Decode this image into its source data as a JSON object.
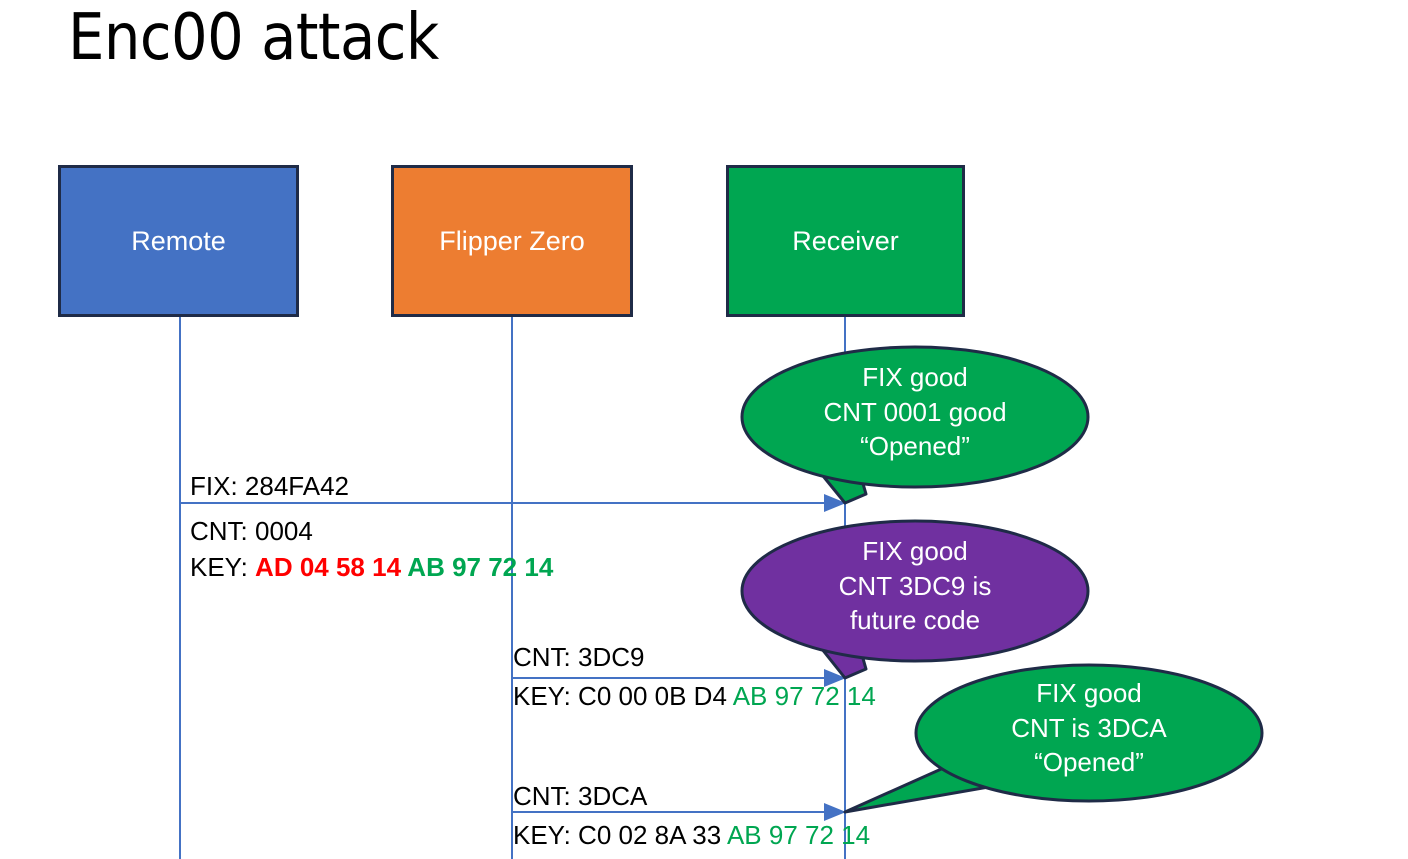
{
  "slide": {
    "title": "Enc00 attack",
    "background": "#ffffff"
  },
  "colors": {
    "remote": "#4472C4",
    "flipper": "#ED7D31",
    "receiver": "#00A651",
    "callout_green": "#00A651",
    "callout_purple": "#7030A0",
    "outline": "#1F2B47",
    "lifeline": "#4472C4",
    "arrow": "#4472C4",
    "key_red": "#FF0000",
    "key_green": "#00A651",
    "text": "#000000"
  },
  "actors": [
    {
      "id": "remote",
      "label": "Remote",
      "fill": "#4472C4"
    },
    {
      "id": "flipper",
      "label": "Flipper Zero",
      "fill": "#ED7D31"
    },
    {
      "id": "receiver",
      "label": "Receiver",
      "fill": "#00A651"
    }
  ],
  "messages": [
    {
      "id": "msg-1",
      "from": "remote",
      "to": "receiver",
      "label_above": "FIX: 284FA42",
      "label_below_line1": "CNT: 0004",
      "label_below_line2_prefix": "KEY: ",
      "label_below_line2_red": "AD 04 58 14 ",
      "label_below_line2_green": "AB 97 72 14"
    },
    {
      "id": "msg-2",
      "from": "flipper",
      "to": "receiver",
      "label_above": "CNT: 3DC9",
      "label_below_prefix": "KEY: C0 00 0B D4 ",
      "label_below_green": "AB 97 72 14"
    },
    {
      "id": "msg-3",
      "from": "flipper",
      "to": "receiver",
      "label_above": "CNT: 3DCA",
      "label_below_prefix": "KEY: C0 02 8A 33 ",
      "label_below_green": "AB 97 72 14"
    }
  ],
  "callouts": [
    {
      "id": "callout-1",
      "fill": "#00A651",
      "lines": [
        "FIX good",
        "CNT 0001 good",
        "“Opened”"
      ]
    },
    {
      "id": "callout-2",
      "fill": "#7030A0",
      "lines": [
        "FIX good",
        "CNT 3DC9 is",
        "future code"
      ]
    },
    {
      "id": "callout-3",
      "fill": "#00A651",
      "lines": [
        "FIX good",
        "CNT is 3DCA",
        "“Opened”"
      ]
    }
  ]
}
